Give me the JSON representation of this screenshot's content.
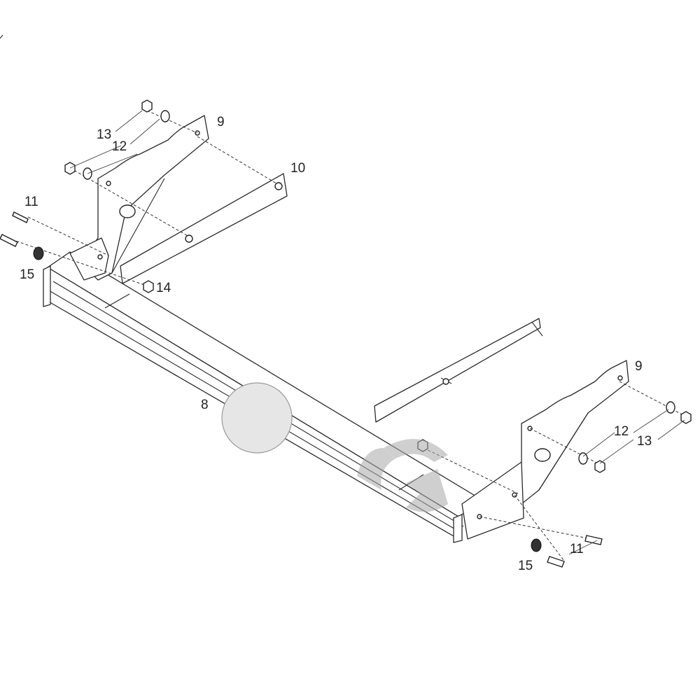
{
  "callouts": {
    "c13_left": "13",
    "c12_left": "12",
    "c9_left": "9",
    "c10": "10",
    "c11_left": "11",
    "c15_left": "15",
    "c14": "14",
    "c8": "8",
    "c9_right": "9",
    "c12_right": "12",
    "c13_right": "13",
    "c11_right": "11",
    "c15_right": "15"
  },
  "colors": {
    "line": "#2a2a2a",
    "watermark": "#a9a9a9",
    "hub": "#e6e6e6"
  },
  "icons": {
    "watermark": "brand-logo-watermark",
    "hub": "circle-badge"
  }
}
